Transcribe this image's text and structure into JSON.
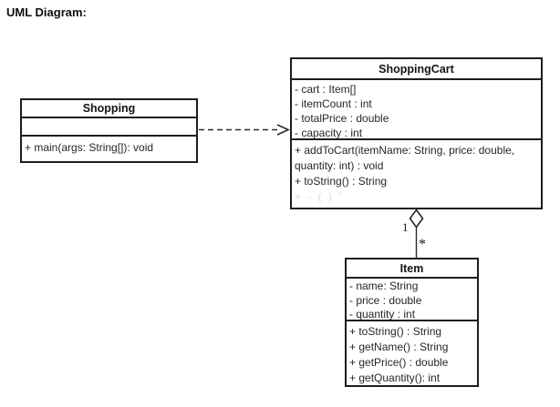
{
  "page": {
    "title": "UML Diagram:"
  },
  "classes": [
    {
      "name": "Shopping",
      "fields": [],
      "methods": [
        "+ main(args: String[]): void"
      ]
    },
    {
      "name": "ShoppingCart",
      "fields": [
        "- cart : Item[]",
        "- itemCount : int",
        "- totalPrice : double",
        "- capacity : int"
      ],
      "methods": [
        "+ addToCart(itemName: String, price: double, quantity: int) : void",
        "+ toString() : String"
      ],
      "ghost_line": "+ ‐ ( ) ˮ"
    },
    {
      "name": "Item",
      "fields": [
        "- name: String",
        "- price : double",
        "- quantity : int"
      ],
      "methods": [
        "+ toString() : String",
        "+ getName() : String",
        "+ getPrice() : double",
        "+ getQuantity(): int"
      ]
    }
  ],
  "relationships": {
    "dependency": {
      "type": "dependency",
      "from": "Shopping",
      "to": "ShoppingCart",
      "line_style": "dashed",
      "arrow_style": "open"
    },
    "aggregation": {
      "type": "aggregation",
      "whole": "ShoppingCart",
      "part": "Item",
      "multiplicity_whole": "1",
      "multiplicity_part": "*"
    }
  },
  "colors": {
    "line": "#1d1d1d",
    "text": "#262626",
    "background": "#ffffff"
  }
}
